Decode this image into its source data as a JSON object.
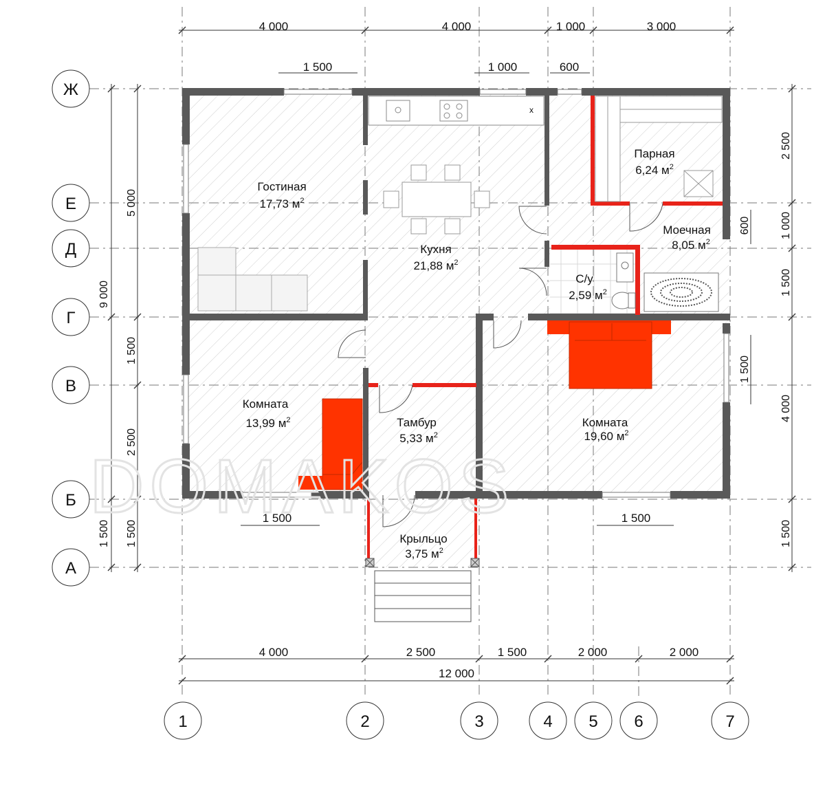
{
  "axes": {
    "columns": [
      "1",
      "2",
      "3",
      "4",
      "5",
      "6",
      "7"
    ],
    "rows": [
      "Ж",
      "Е",
      "Д",
      "Г",
      "В",
      "Б",
      "А"
    ]
  },
  "dimensions": {
    "top_outer": [
      "4 000",
      "4 000",
      "1 000",
      "3 000"
    ],
    "top_openings": [
      "1 500",
      "1 000",
      "600"
    ],
    "bottom_chain": [
      "4 000",
      "2 500",
      "1 500",
      "2 000",
      "2 000"
    ],
    "bottom_total": "12 000",
    "bottom_openings": [
      "1 500",
      "1 500"
    ],
    "left_outer": [
      "9 000",
      "1 500"
    ],
    "left_inner": [
      "5 000",
      "1 500",
      "2 500",
      "1 500"
    ],
    "right_outer": [
      "2 500",
      "1 000",
      "1 500",
      "4 000",
      "1 500"
    ],
    "right_openings": [
      "600",
      "1 500"
    ]
  },
  "rooms": [
    {
      "name": "Гостиная",
      "area": "17,73 м",
      "sup": "2"
    },
    {
      "name": "Кухня",
      "area": "21,88 м",
      "sup": "2"
    },
    {
      "name": "Парная",
      "area": "6,24 м",
      "sup": "2"
    },
    {
      "name": "Моечная",
      "area": "8,05 м",
      "sup": "2"
    },
    {
      "name": "С/у",
      "area": "2,59 м",
      "sup": "2"
    },
    {
      "name": "Комната",
      "area": "13,99 м",
      "sup": "2"
    },
    {
      "name": "Тамбур",
      "area": "5,33 м",
      "sup": "2"
    },
    {
      "name": "Комната",
      "area": "19,60 м",
      "sup": "2"
    },
    {
      "name": "Крыльцо",
      "area": "3,75 м",
      "sup": "2"
    }
  ],
  "fixtures": {
    "sink_mark": "x"
  },
  "watermark": "DOMAKOS",
  "colors": {
    "wall": "#595959",
    "accent": "#ff3300",
    "partition_red": "#e8231a",
    "hatch": "#c8c8c8"
  }
}
